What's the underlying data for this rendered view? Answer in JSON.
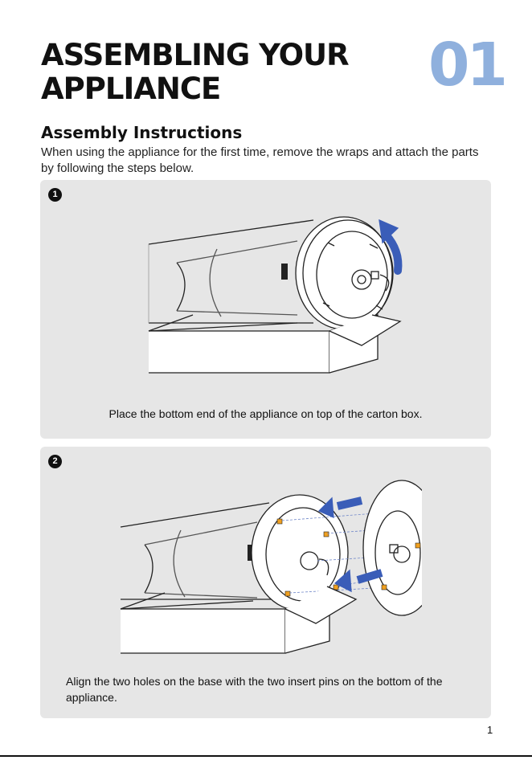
{
  "header": {
    "title_line1": "ASSEMBLING YOUR",
    "title_line2": "APPLIANCE",
    "chapter_number": "01",
    "chapter_color": "#8fb0dd"
  },
  "section": {
    "subtitle": "Assembly Instructions",
    "intro": "When using the appliance for the first time, remove the wraps and attach the parts by following the steps below."
  },
  "steps": [
    {
      "number": "1",
      "caption": "Place the bottom end of the appliance on top of the carton box."
    },
    {
      "number": "2",
      "caption": "Align the two holes on the base with the two insert pins on the bottom of the appliance."
    }
  ],
  "colors": {
    "panel_bg": "#e6e6e6",
    "arrow": "#3a5db8",
    "pin": "#f0a020"
  },
  "icons": {
    "step1": "appliance-on-box-illustration",
    "step2": "base-alignment-illustration"
  },
  "footer": {
    "page_number": "1"
  }
}
